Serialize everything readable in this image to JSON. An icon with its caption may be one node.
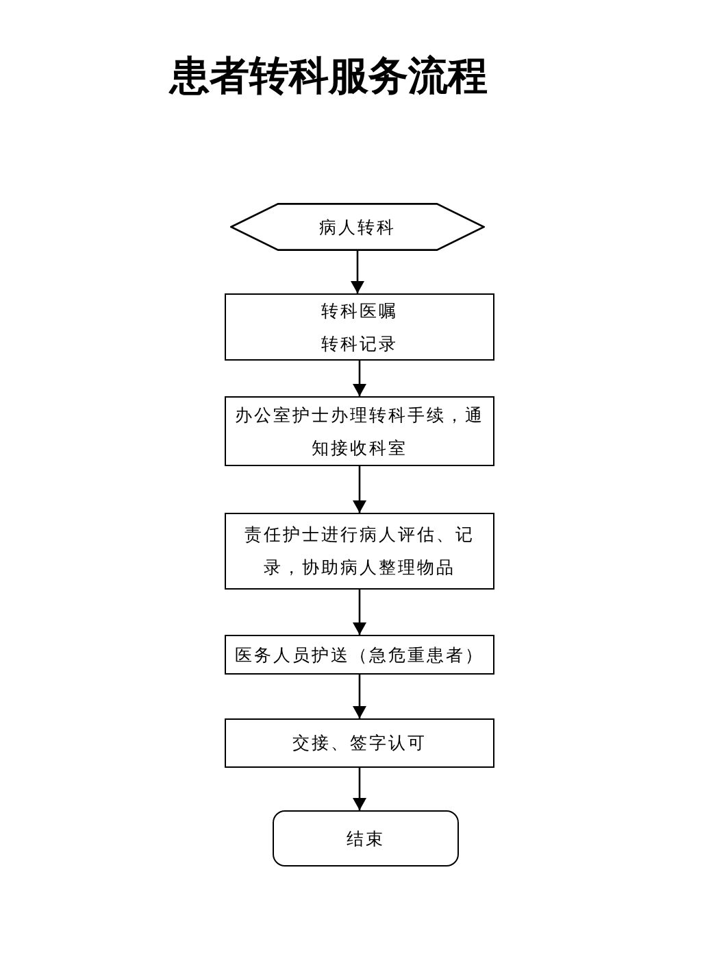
{
  "diagram": {
    "title": "患者转科服务流程",
    "nodes": [
      {
        "text": [
          "病人转科"
        ]
      },
      {
        "text": [
          "转科医嘱",
          "转科记录"
        ]
      },
      {
        "text": [
          "办公室护士办理转科手续，通知接收科室"
        ]
      },
      {
        "text": [
          "责任护士进行病人评估、记录，协助病人整理物品"
        ]
      },
      {
        "text": [
          "医务人员护送（急危重患者）"
        ]
      },
      {
        "text": [
          "交接、签字认可"
        ]
      },
      {
        "text": [
          "结束"
        ]
      }
    ],
    "edges": [
      {
        "from": 0,
        "to": 1,
        "arrow": "to"
      },
      {
        "from": 1,
        "to": 2,
        "arrow": "to"
      },
      {
        "from": 2,
        "to": 3,
        "arrow": "to"
      },
      {
        "from": 3,
        "to": 4,
        "arrow": "to"
      },
      {
        "from": 4,
        "to": 5,
        "arrow": "to"
      },
      {
        "from": 5,
        "to": 6,
        "arrow": "to"
      }
    ]
  }
}
